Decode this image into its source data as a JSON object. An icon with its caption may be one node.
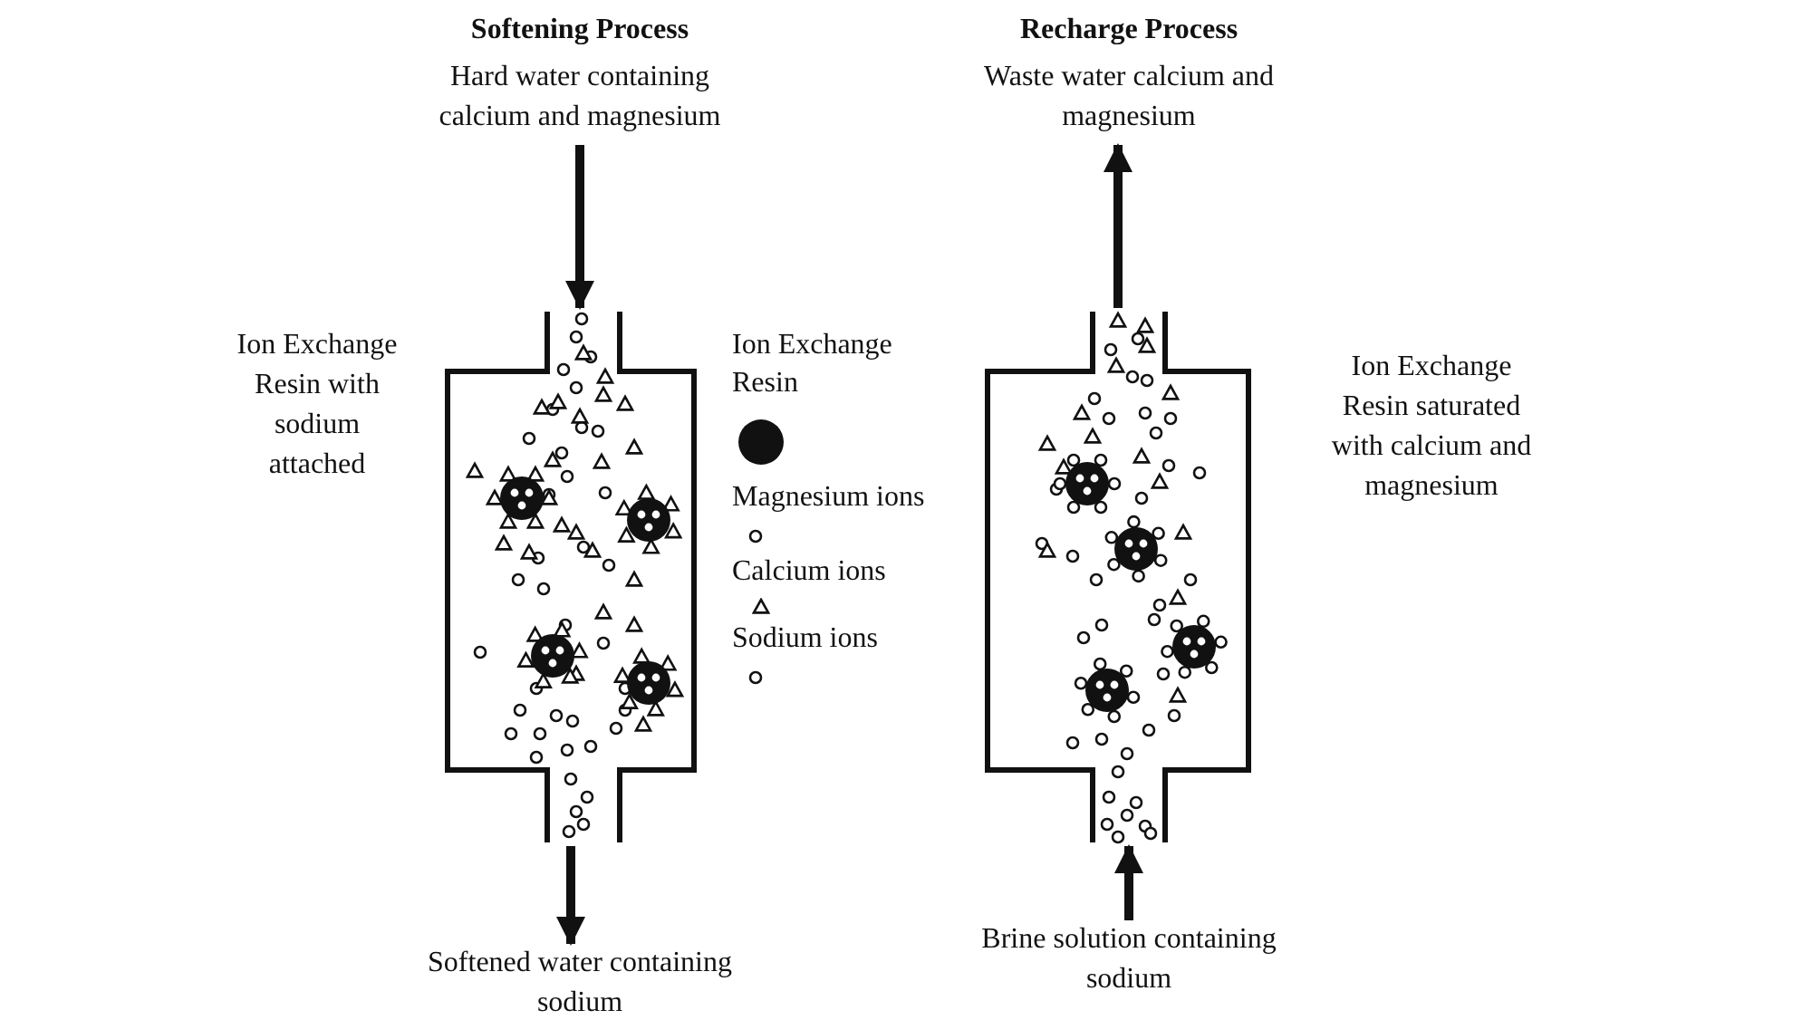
{
  "diagram": {
    "nodes": [
      {
        "text": [
          "Softening Process",
          "Hard water containing calcium and magnesium"
        ]
      },
      {
        "text": [],
        "shape": "picture"
      },
      {
        "text": [
          "Softened water containing sodium"
        ]
      },
      {
        "text": [
          "Recharge Process",
          "Waste water calcium and magnesium"
        ]
      },
      {
        "text": [],
        "shape": "picture"
      },
      {
        "text": [
          "Brine solution containing sodium"
        ]
      }
    ],
    "edges": [
      {
        "from": 0,
        "to": 1,
        "arrow": "to"
      },
      {
        "from": 1,
        "to": 2,
        "arrow": "to"
      },
      {
        "from": 4,
        "to": 3,
        "arrow": "to"
      },
      {
        "from": 5,
        "to": 4,
        "arrow": "to"
      }
    ],
    "labels": [
      "Ion Exchange Resin with sodium attached",
      "Ion Exchange Resin saturated with calcium and magnesium"
    ],
    "legend": [
      {
        "text": "Ion Exchange Resin"
      },
      {
        "text": "Magnesium ions"
      },
      {
        "text": "Calcium ions"
      },
      {
        "text": "Sodium ions"
      }
    ]
  }
}
